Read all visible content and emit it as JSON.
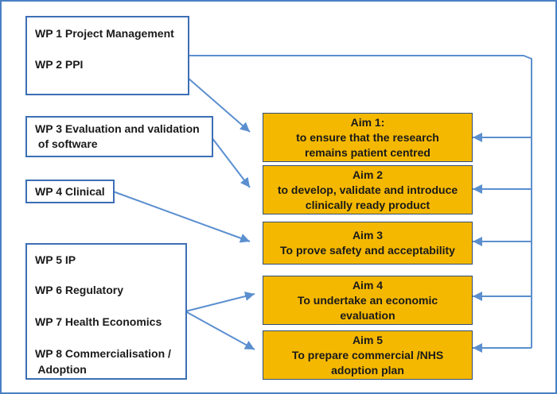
{
  "colors": {
    "frame": "#4a80c3",
    "box_border": "#3d6fb5",
    "aim_fill": "#f5b800",
    "arrow": "#5b8fcf"
  },
  "work_packages": {
    "group1": [
      "WP 1 Project Management",
      "WP 2 PPI"
    ],
    "group2": [
      "WP 3 Evaluation and validation",
      " of software"
    ],
    "group3": [
      "WP 4 Clinical"
    ],
    "group4": [
      "WP 5 IP",
      "WP 6 Regulatory",
      "WP 7 Health Economics",
      "WP 8 Commercialisation /",
      " Adoption"
    ]
  },
  "aims": [
    {
      "title": "Aim 1:",
      "lines": [
        "to ensure that the research",
        "remains patient centred"
      ]
    },
    {
      "title": "Aim 2",
      "lines": [
        "to develop, validate and introduce",
        "clinically ready product"
      ]
    },
    {
      "title": "Aim 3",
      "lines": [
        "To prove safety and acceptability"
      ]
    },
    {
      "title": "Aim 4",
      "lines": [
        "To undertake an economic",
        "evaluation"
      ]
    },
    {
      "title": "Aim 5",
      "lines": [
        "To prepare commercial /NHS",
        "adoption plan"
      ]
    }
  ]
}
